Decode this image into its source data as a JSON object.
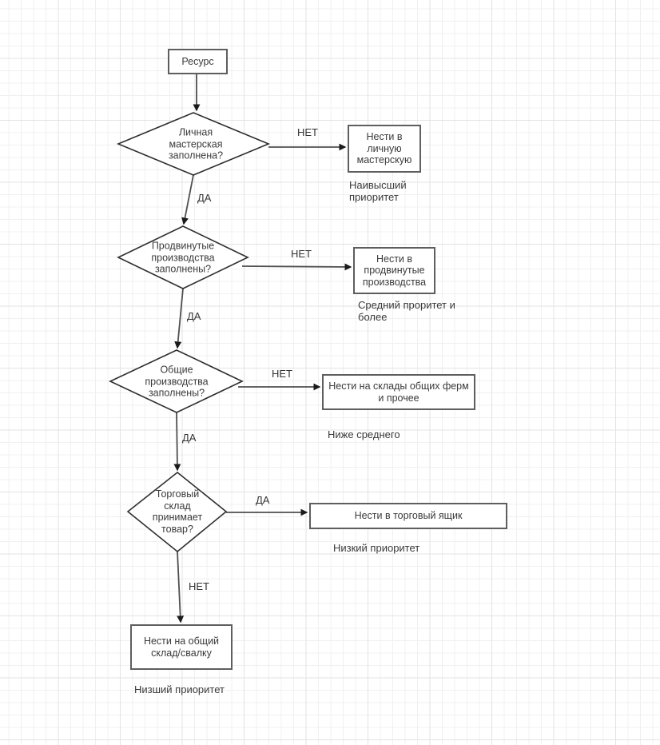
{
  "diagram": {
    "type": "flowchart",
    "language": "ru",
    "topic": "resource hauling priority decision flow"
  },
  "colors": {
    "canvas_background": "#ffffff",
    "grid_minor": "#f0f0f0",
    "grid_major": "#e3e3e3",
    "box_border": "#5e5e5e",
    "diamond_stroke": "#2e2e2e",
    "connector": "#4f4f4f",
    "arrowhead": "#1a1a1a",
    "text": "#3a3a3a"
  },
  "nodes": {
    "start": {
      "type": "process",
      "label": "Ресурс"
    },
    "d1": {
      "type": "decision",
      "label": "Личная мастерская заполнена?"
    },
    "b1": {
      "type": "process",
      "label": "Нести в личную мастерскую"
    },
    "d2": {
      "type": "decision",
      "label": "Продвинутые производства заполнены?"
    },
    "b2": {
      "type": "process",
      "label": "Нести в продвинутые производства"
    },
    "d3": {
      "type": "decision",
      "label": "Общие производства заполнены?"
    },
    "b3": {
      "type": "process",
      "label": "Нести на склады общих ферм и прочее"
    },
    "d4": {
      "type": "decision",
      "label": "Торговый склад принимает товар?"
    },
    "b4": {
      "type": "process",
      "label": "Нести в торговый ящик"
    },
    "b5": {
      "type": "process",
      "label": "Нести на общий склад/свалку"
    }
  },
  "edge_labels": {
    "d1_no": "НЕТ",
    "d1_yes": "ДА",
    "d2_no": "НЕТ",
    "d2_yes": "ДА",
    "d3_no": "НЕТ",
    "d3_yes": "ДА",
    "d4_yes": "ДА",
    "d4_no": "НЕТ"
  },
  "annotations": {
    "highest": "Наивысший приоритет",
    "medium_plus": "Средний проритет и более",
    "below_medium": "Ниже среднего",
    "low": "Низкий приоритет",
    "lowest": "Низший приоритет"
  }
}
